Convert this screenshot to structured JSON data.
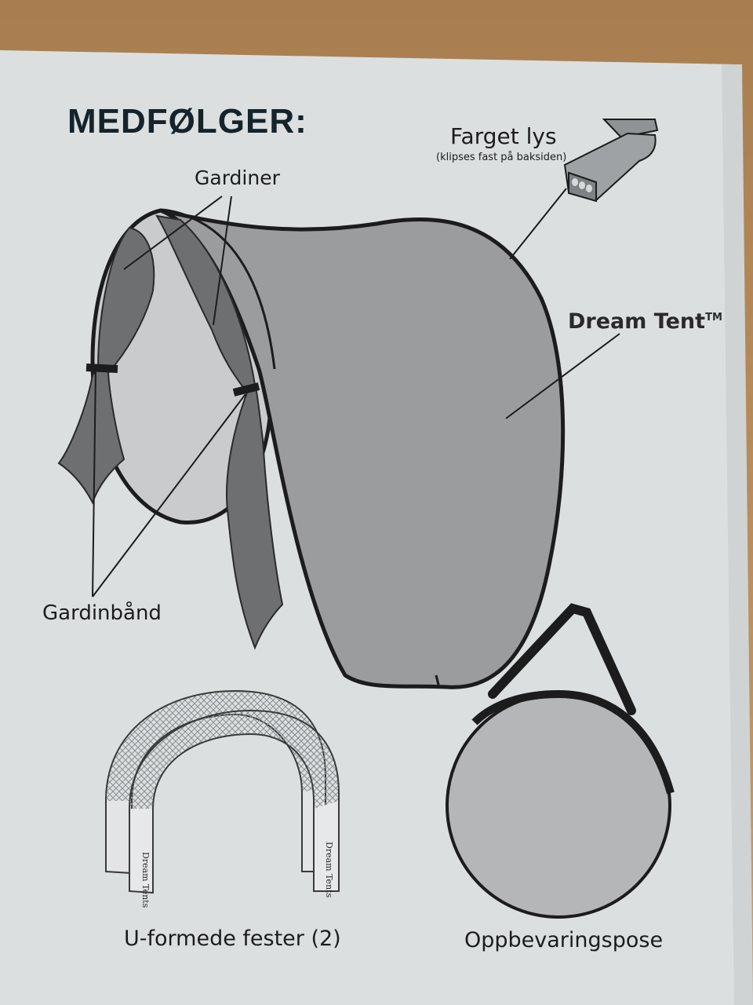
{
  "document": {
    "title": "MEDFØLGER:",
    "labels": {
      "curtains": "Gardiner",
      "light": "Farget lys",
      "light_note": "(klipses fast på baksiden)",
      "tent": "Dream Tent",
      "tent_mark": "TM",
      "curtain_ties": "Gardinbånd",
      "u_clips": "U-formede fester (2)",
      "storage_bag": "Oppbevaringspose"
    },
    "clip_brand_text": "Dream Tents"
  },
  "colors": {
    "paper": "#dcdfe0",
    "wood": "#b48a5a",
    "tent_fill": "#9b9c9d",
    "curtain_fill": "#6e6f70",
    "outline": "#1c1c1c"
  }
}
